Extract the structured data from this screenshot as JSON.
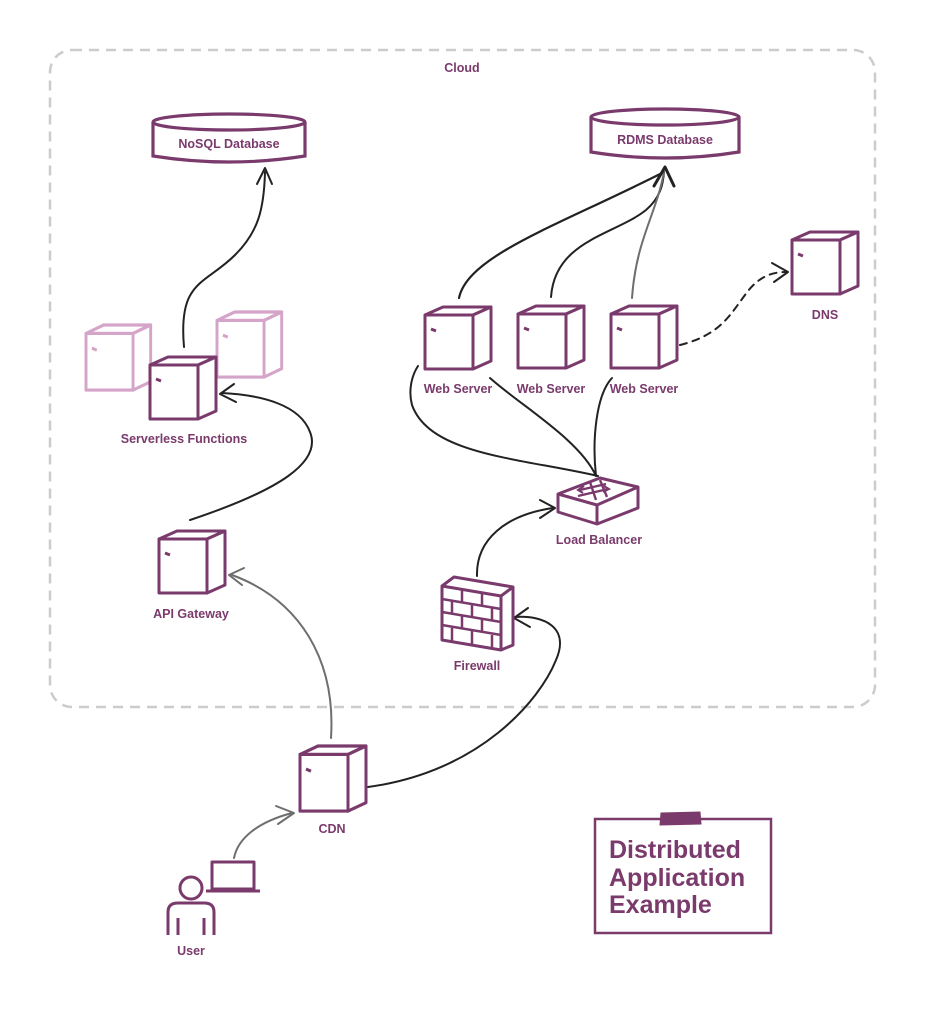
{
  "colors": {
    "primary": "#7a3a6c",
    "faded": "#d5a5c9",
    "edge": "#2a2a2a",
    "edge_light": "#6e6e6e",
    "boundary": "#cccccc",
    "background": "#ffffff"
  },
  "boundary": {
    "label": "Cloud"
  },
  "nodes": {
    "nosql_db": {
      "label": "NoSQL Database",
      "icon": "database-icon"
    },
    "rdms_db": {
      "label": "RDMS Database",
      "icon": "database-icon"
    },
    "serverless": {
      "label": "Serverless Functions",
      "icon": "server-icon"
    },
    "web_server_1": {
      "label": "Web Server",
      "icon": "server-icon"
    },
    "web_server_2": {
      "label": "Web Server",
      "icon": "server-icon"
    },
    "web_server_3": {
      "label": "Web Server",
      "icon": "server-icon"
    },
    "dns": {
      "label": "DNS",
      "icon": "server-icon"
    },
    "load_balancer": {
      "label": "Load Balancer",
      "icon": "switch-icon"
    },
    "api_gateway": {
      "label": "API Gateway",
      "icon": "server-icon"
    },
    "firewall": {
      "label": "Firewall",
      "icon": "firewall-icon"
    },
    "cdn": {
      "label": "CDN",
      "icon": "server-icon"
    },
    "user": {
      "label": "User",
      "icon": "user-laptop-icon"
    }
  },
  "edges": [
    {
      "from": "user",
      "to": "cdn"
    },
    {
      "from": "cdn",
      "to": "api_gateway"
    },
    {
      "from": "cdn",
      "to": "firewall"
    },
    {
      "from": "api_gateway",
      "to": "serverless"
    },
    {
      "from": "serverless",
      "to": "nosql_db"
    },
    {
      "from": "firewall",
      "to": "load_balancer"
    },
    {
      "from": "load_balancer",
      "to": "web_server_1"
    },
    {
      "from": "load_balancer",
      "to": "web_server_2"
    },
    {
      "from": "load_balancer",
      "to": "web_server_3"
    },
    {
      "from": "web_server_1",
      "to": "rdms_db"
    },
    {
      "from": "web_server_2",
      "to": "rdms_db"
    },
    {
      "from": "web_server_3",
      "to": "rdms_db"
    },
    {
      "from": "web_server_3",
      "to": "dns",
      "style": "dashed"
    }
  ],
  "note": {
    "lines": [
      "Distributed",
      "Application",
      "Example"
    ]
  }
}
